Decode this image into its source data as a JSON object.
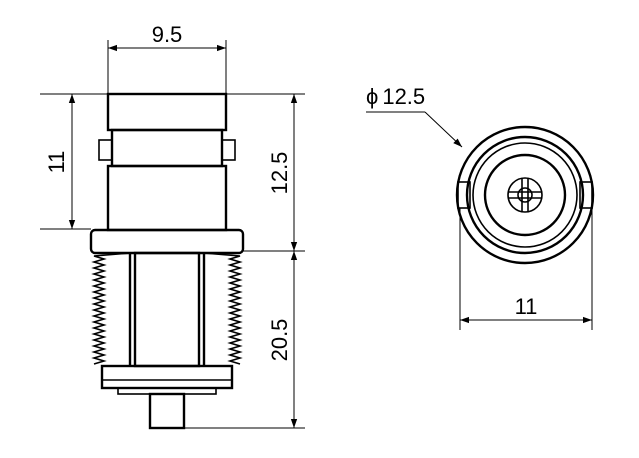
{
  "dimensions": {
    "top_width": "9.5",
    "body_height": "11",
    "upper_height": "12.5",
    "thread_length": "20.5",
    "diameter_symbol": "ϕ",
    "diameter": "12.5",
    "flat_width": "11"
  }
}
